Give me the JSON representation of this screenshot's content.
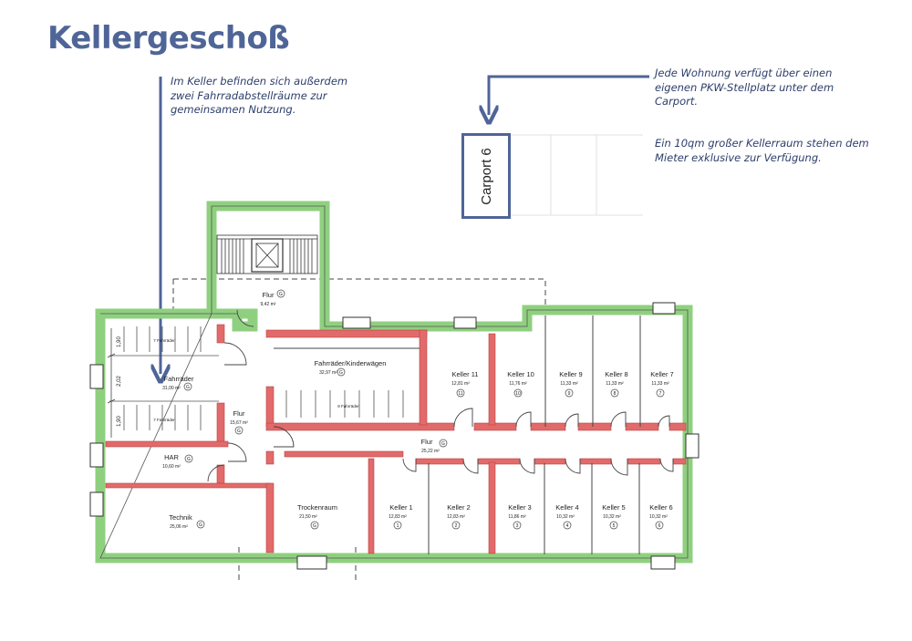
{
  "page_title": "Kellergeschoß",
  "notes": {
    "bikes": "Im Keller befinden sich außerdem\nzwei Fahrradabstellräume zur\ngemeinsamen Nutzung.",
    "carport": "Jede Wohnung verfügt über einen\neigenen PKW-Stellplatz unter dem\nCarport.",
    "cellar": "Ein 10qm großer Kellerraum stehen dem\nMieter exklusive zur Verfügung."
  },
  "carport_label": "Carport 6",
  "colors": {
    "title": "#4f6597",
    "arrow": "#4f6597",
    "outer_wall": "#8fd07f",
    "inner_wall": "#e26a6a"
  },
  "rooms": {
    "flur_top": {
      "name": "Flur",
      "area": "9,42 m²",
      "mark": "G"
    },
    "fahrraeder": {
      "name": "Fahrräder",
      "area": "31,00 m²",
      "mark": "G"
    },
    "fahrraeder_count_1": "7 Fahrräder",
    "fahrraeder_count_2": "7 Fahrräder",
    "fahrraeder_kinderwaegen": {
      "name": "Fahrräder/Kinderwägen",
      "area": "32,97 m²",
      "mark": "G"
    },
    "kinderwaegen_count": "8 Fahrräder",
    "flur_left": {
      "name": "Flur",
      "area": "15,67 m²",
      "mark": "G"
    },
    "flur_main": {
      "name": "Flur",
      "area": "25,22 m²",
      "mark": "G"
    },
    "har": {
      "name": "HAR",
      "area": "10,60 m²",
      "mark": "G"
    },
    "technik": {
      "name": "Technik",
      "area": "25,06 m²",
      "mark": "G"
    },
    "trockenraum": {
      "name": "Trockenraum",
      "area": "21,50 m²",
      "mark": "G"
    },
    "keller_top": [
      {
        "name": "Keller 11",
        "area": "12,81 m²",
        "mark": "11"
      },
      {
        "name": "Keller 10",
        "area": "11,76 m²",
        "mark": "10"
      },
      {
        "name": "Keller 9",
        "area": "11,33 m²",
        "mark": "9"
      },
      {
        "name": "Keller 8",
        "area": "11,33 m²",
        "mark": "8"
      },
      {
        "name": "Keller 7",
        "area": "11,33 m²",
        "mark": "7"
      }
    ],
    "keller_bottom": [
      {
        "name": "Keller 1",
        "area": "12,83 m²",
        "mark": "1"
      },
      {
        "name": "Keller 2",
        "area": "12,83 m²",
        "mark": "2"
      },
      {
        "name": "Keller 3",
        "area": "11,86 m²",
        "mark": "3"
      },
      {
        "name": "Keller 4",
        "area": "10,32 m²",
        "mark": "4"
      },
      {
        "name": "Keller 5",
        "area": "10,32 m²",
        "mark": "5"
      },
      {
        "name": "Keller 6",
        "area": "10,32 m²",
        "mark": "6"
      }
    ]
  },
  "dimensions": {
    "d1": "1,90",
    "d2": "2,02",
    "d3": "1,90"
  }
}
